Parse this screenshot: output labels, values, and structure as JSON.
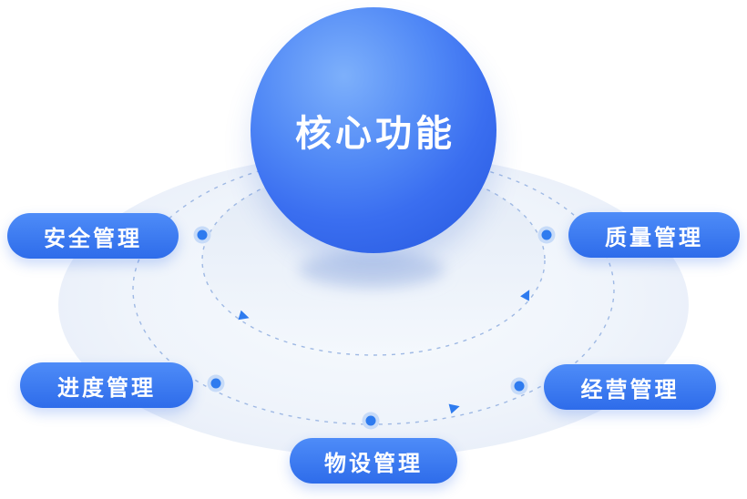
{
  "diagram": {
    "center": {
      "label": "核心功能"
    },
    "nodes": [
      {
        "id": "safety",
        "label": "安全管理"
      },
      {
        "id": "quality",
        "label": "质量管理"
      },
      {
        "id": "progress",
        "label": "进度管理"
      },
      {
        "id": "operations",
        "label": "经营管理"
      },
      {
        "id": "equipment",
        "label": "物设管理"
      }
    ],
    "colors": {
      "sphere_highlight": "#7db0fb",
      "sphere_base": "#2456dd",
      "pill_top": "#4e8cf8",
      "pill_bottom": "#2e6cea",
      "orbit_dash": "#9fb9e4",
      "dot_core": "#2e7bef",
      "dot_halo": "#c7dbf8",
      "platform_fill": "#eef3fb",
      "label_text": "#ffffff"
    }
  }
}
